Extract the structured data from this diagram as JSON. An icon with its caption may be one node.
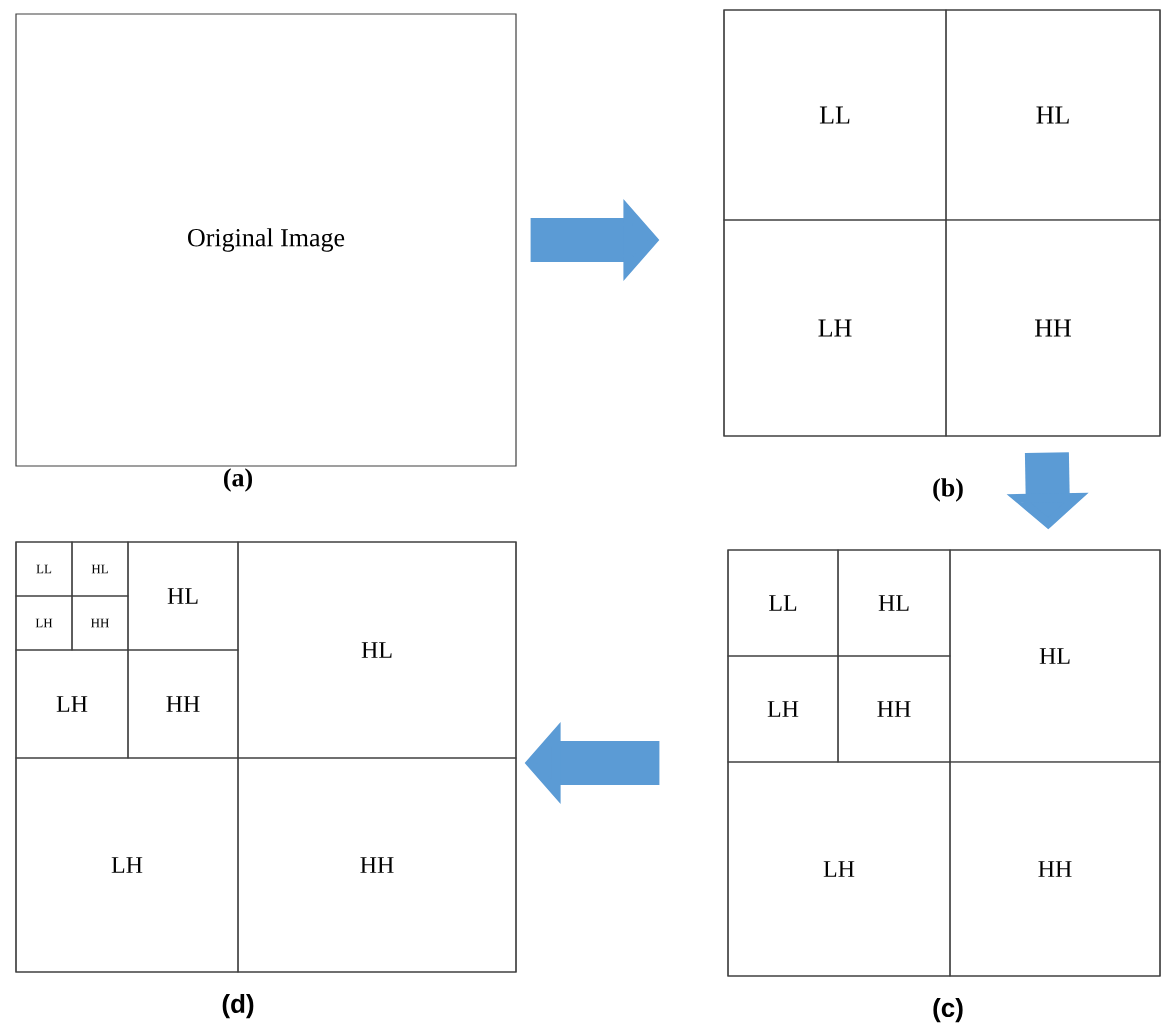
{
  "diagram": {
    "nodes": [
      {
        "text": [
          "Original Image"
        ],
        "beside": [
          "(a)"
        ]
      },
      {
        "text": [],
        "shape": "box",
        "beside": [
          "(b)"
        ]
      },
      {
        "text": [
          "LL"
        ],
        "in": 1
      },
      {
        "text": [
          "HL"
        ],
        "in": 1
      },
      {
        "text": [
          "LH"
        ],
        "in": 1
      },
      {
        "text": [
          "HH"
        ],
        "in": 1
      },
      {
        "text": [],
        "shape": "box",
        "beside": [
          "(c)"
        ]
      },
      {
        "text": [
          "LL"
        ],
        "in": 6
      },
      {
        "text": [
          "HL"
        ],
        "in": 6
      },
      {
        "text": [
          "HL"
        ],
        "in": 6
      },
      {
        "text": [
          "LH"
        ],
        "in": 6
      },
      {
        "text": [
          "HH"
        ],
        "in": 6
      },
      {
        "text": [
          "LH"
        ],
        "in": 6
      },
      {
        "text": [
          "HH"
        ],
        "in": 6
      },
      {
        "text": [],
        "shape": "box",
        "beside": [
          "(d)"
        ]
      },
      {
        "text": [
          "LL"
        ],
        "in": 14
      },
      {
        "text": [
          "HL"
        ],
        "in": 14
      },
      {
        "text": [
          "HL"
        ],
        "in": 14
      },
      {
        "text": [
          "HL"
        ],
        "in": 14
      },
      {
        "text": [
          "LH"
        ],
        "in": 14
      },
      {
        "text": [
          "HH"
        ],
        "in": 14
      },
      {
        "text": [
          "LH"
        ],
        "in": 14
      },
      {
        "text": [
          "HH"
        ],
        "in": 14
      },
      {
        "text": [
          "LH"
        ],
        "in": 14
      },
      {
        "text": [
          "HH"
        ],
        "in": 14
      }
    ],
    "edges": [
      {
        "from": 0,
        "to": 1,
        "arrow": "to",
        "color": "#5b9bd5"
      },
      {
        "from": 1,
        "to": 6,
        "arrow": "to",
        "color": "#5b9bd5"
      },
      {
        "from": 6,
        "to": 14,
        "arrow": "to",
        "color": "#5b9bd5"
      }
    ]
  }
}
